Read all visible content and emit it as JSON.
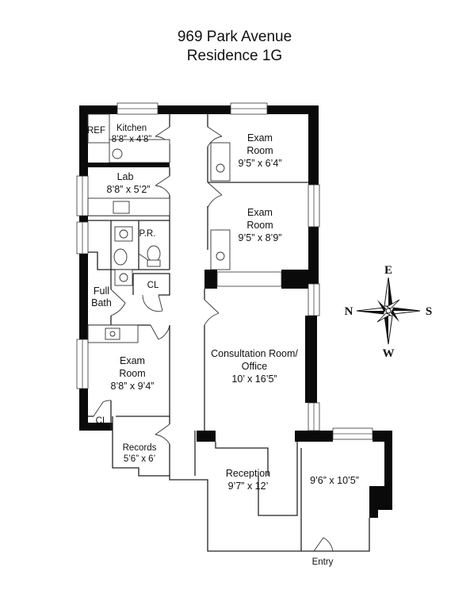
{
  "title": {
    "line1": "969 Park Avenue",
    "line2": "Residence 1G"
  },
  "rooms": {
    "kitchen": {
      "name": "Kitchen",
      "dims": "8’8” x 4’8”"
    },
    "ref": {
      "name": "REF"
    },
    "lab": {
      "name": "Lab",
      "dims": "8’8” x 5’2”"
    },
    "pr": {
      "name": "P.R."
    },
    "full_bath": {
      "name_line1": "Full",
      "name_line2": "Bath"
    },
    "cl_upper": {
      "name": "CL"
    },
    "cl_lower": {
      "name": "CL"
    },
    "exam_top": {
      "name_line1": "Exam",
      "name_line2": "Room",
      "dims": "9’5” x 6’4”"
    },
    "exam_mid": {
      "name_line1": "Exam",
      "name_line2": "Room",
      "dims": "9’5” x 8’9”"
    },
    "exam_left": {
      "name_line1": "Exam",
      "name_line2": "Room",
      "dims": "8’8” x 9’4”"
    },
    "consult": {
      "name_line1": "Consultation Room/",
      "name_line2": "Office",
      "dims": "10’ x 16’5”"
    },
    "records": {
      "name": "Records",
      "dims": "5’6” x 6’"
    },
    "reception": {
      "name": "Reception",
      "dims": "9’7” x 12’"
    },
    "side_room": {
      "dims": "9’6” x 10’5”"
    },
    "entry": {
      "name": "Entry"
    }
  },
  "compass": {
    "north": "N",
    "south": "S",
    "east": "E",
    "west": "W"
  }
}
